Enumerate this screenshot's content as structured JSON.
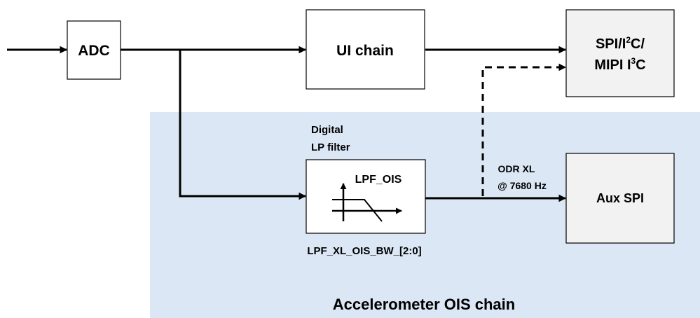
{
  "blocks": {
    "adc": "ADC",
    "ui_chain": "UI chain",
    "spi": {
      "line1_a": "SPI/I",
      "line1_sup": "2",
      "line1_b": "C/",
      "line2_a": "MIPI I",
      "line2_sup": "3",
      "line2_b": "C"
    },
    "aux_spi": "Aux SPI",
    "lpf": "LPF_OIS"
  },
  "labels": {
    "digital_line1": "Digital",
    "digital_line2": "LP filter",
    "odr_line1": "ODR XL",
    "odr_line2": "@ 7680 Hz",
    "lpf_bw": "LPF_XL_OIS_BW_[2:0]",
    "region": "Accelerometer OIS chain"
  },
  "colors": {
    "ois_region": "#dbe7f4",
    "output_block": "#f2f2f2",
    "block": "#ffffff",
    "line": "#000000"
  }
}
